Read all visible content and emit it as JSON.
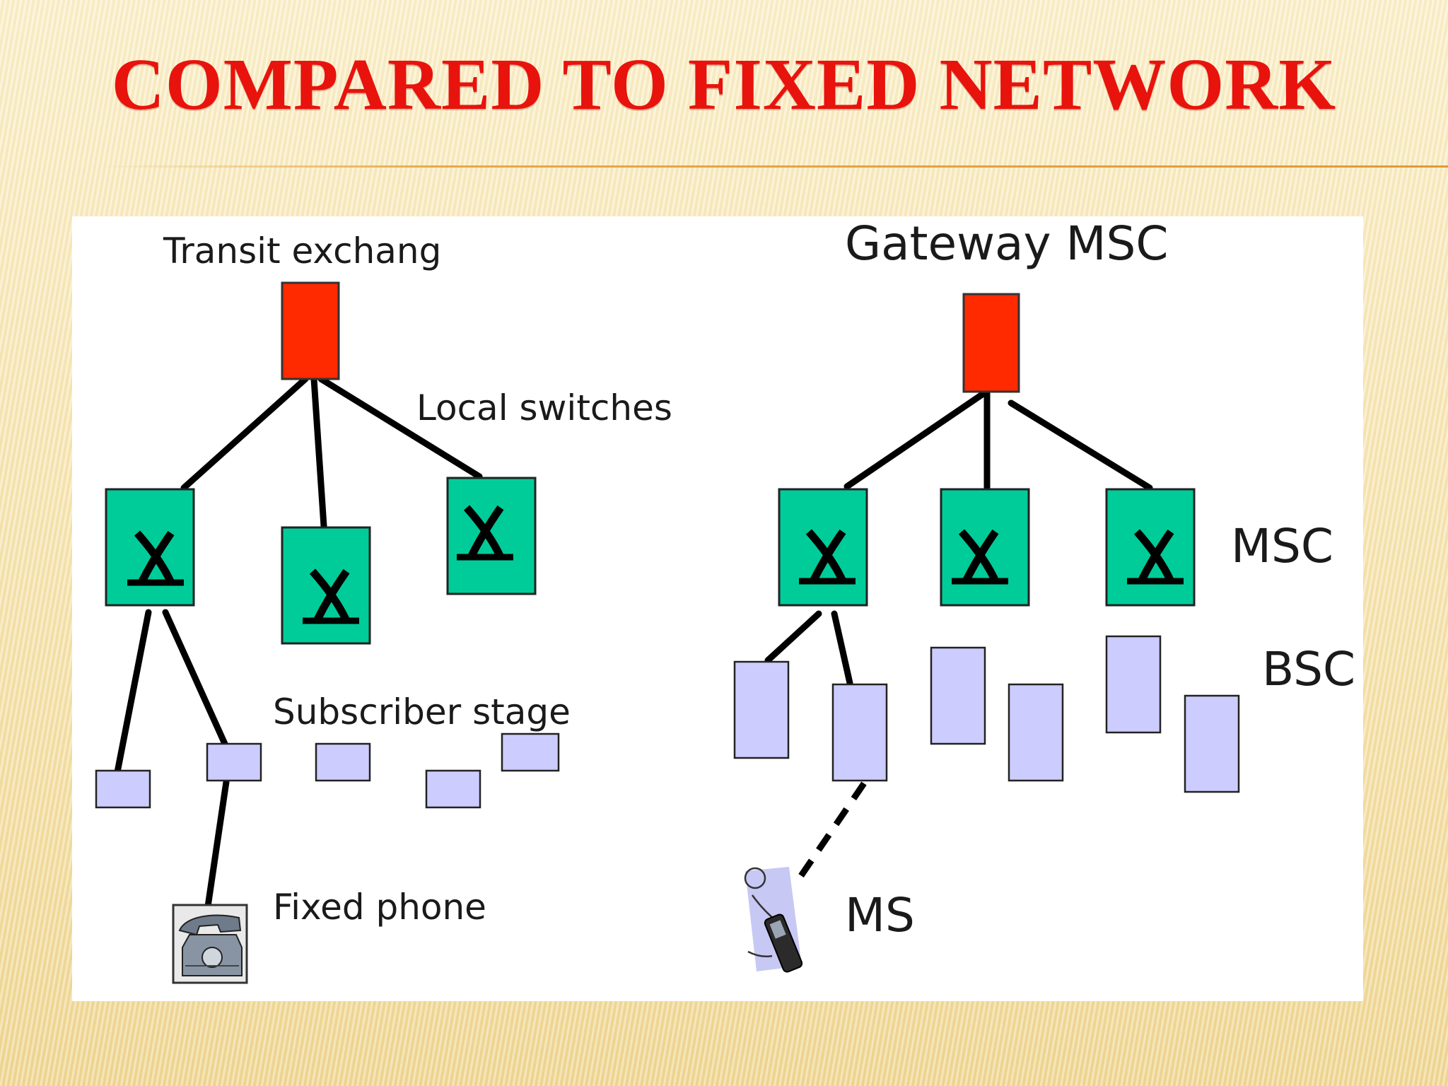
{
  "slide": {
    "title": "COMPARED TO FIXED NETWORK"
  },
  "fixed_network": {
    "transit_label": "Transit exchang",
    "local_switches_label": "Local switches",
    "subscriber_stage_label": "Subscriber stage",
    "fixed_phone_label": "Fixed phone"
  },
  "mobile_network": {
    "gateway_label": "Gateway MSC",
    "msc_label": "MSC",
    "bsc_label": "BSC",
    "ms_label": "MS"
  },
  "colors": {
    "title": "#e8130c",
    "exchange": "#ff2a00",
    "switch": "#00cc99",
    "stage": "#ccccff",
    "line": "#000000"
  },
  "icons": {
    "switch_symbol": "switch-icon",
    "fixed_phone": "fixed-phone-icon",
    "mobile_station": "mobile-phone-icon"
  }
}
